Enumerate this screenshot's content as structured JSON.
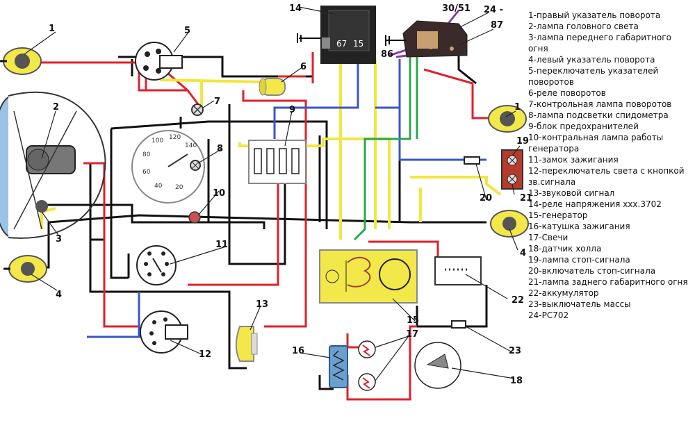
{
  "labels": {
    "n1a": "1",
    "n1b": "1",
    "n2": "2",
    "n3": "3",
    "n4a": "4",
    "n4b": "4",
    "n5": "5",
    "n6": "6",
    "n7": "7",
    "n8": "8",
    "n9": "9",
    "n10": "10",
    "n11": "11",
    "n12": "12",
    "n13": "13",
    "n14": "14",
    "n15": "15",
    "n16": "16",
    "n17": "17",
    "n18": "18",
    "n19": "19",
    "n20": "20",
    "n21": "21",
    "n22": "22",
    "n23": "23",
    "n24": "24 -",
    "n3051": "30/51",
    "n87": "87",
    "n86": "86"
  },
  "relay_terminals": {
    "t67": "67",
    "t15": "15"
  },
  "speedometer_ticks": [
    "100",
    "120",
    "140",
    "80",
    "60",
    "40",
    "20"
  ],
  "legend": [
    "1-правый указатель поворота",
    "2-лампа головного света",
    "3-лампа переднего габаритного огня",
    "4-левый указатель поворота",
    "5-переключатель указателей поворотов",
    "6-реле поворотов",
    "7-контрольная лампа поворотов",
    "8-лампа подсветки спидометра",
    "9-блок предохранителей",
    "10-контральная лампа работы генератора",
    "11-замок зажигания",
    "12-переключатель света с кнопкой зв.сигнала",
    "13-звуковой сигнал",
    "14-реле напряжения xxx.3702",
    "15-генератор",
    "16-катушка зажигания",
    "17-Свечи",
    "18-датчик холла",
    "19-лампа стоп-сигнала",
    "20-включатель стоп-сигнала",
    "21-лампа заднего габаритного огня",
    "22-аккумулятор",
    "23-выключатель массы",
    "24-PC702"
  ],
  "colors": {
    "red": "#e0202a",
    "yellow": "#f2e640",
    "blue": "#3a55c8",
    "green": "#2aa84a",
    "purple": "#8a3aa8",
    "black": "#111111",
    "component": "#f3e84a"
  }
}
